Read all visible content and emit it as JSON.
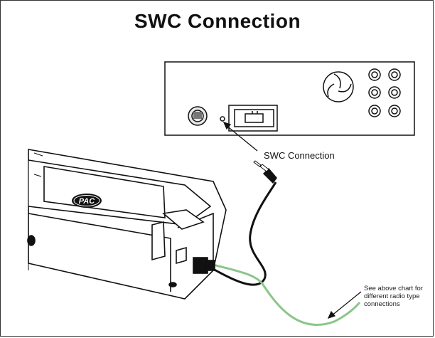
{
  "title": "SWC Connection",
  "callout_label": "SWC Connection",
  "logo_text": "PAC",
  "note_lines": [
    "See above chart for",
    "different radio type",
    "connections"
  ],
  "colors": {
    "line": "#111111",
    "green_wire": "#8bc58b"
  }
}
